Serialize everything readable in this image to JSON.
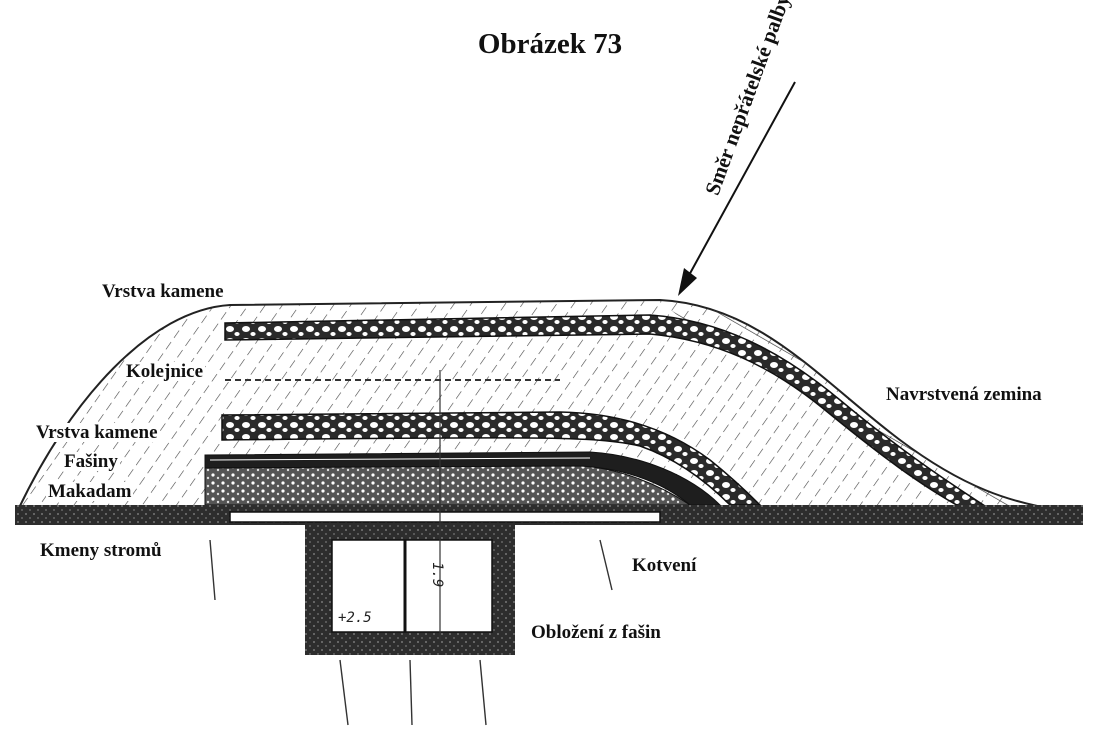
{
  "figure": {
    "title": "Obrázek 73",
    "direction_label": "Směr nepřátelské palby"
  },
  "labels": {
    "stone_layer_top": "Vrstva kamene",
    "rails": "Kolejnice",
    "stone_layer_lower": "Vrstva kamene",
    "fascines": "Fašiny",
    "macadam": "Makadam",
    "tree_trunks": "Kmeny stromů",
    "heaped_earth": "Navrstvená zemina",
    "anchoring": "Kotvení",
    "fascine_lining": "Obložení z fašin"
  },
  "dimensions": {
    "width_mark": "+2.5",
    "height_mark": "1.9"
  },
  "colors": {
    "ink": "#1a1a1a",
    "paper": "#ffffff",
    "stone": "#3a3a3a"
  }
}
